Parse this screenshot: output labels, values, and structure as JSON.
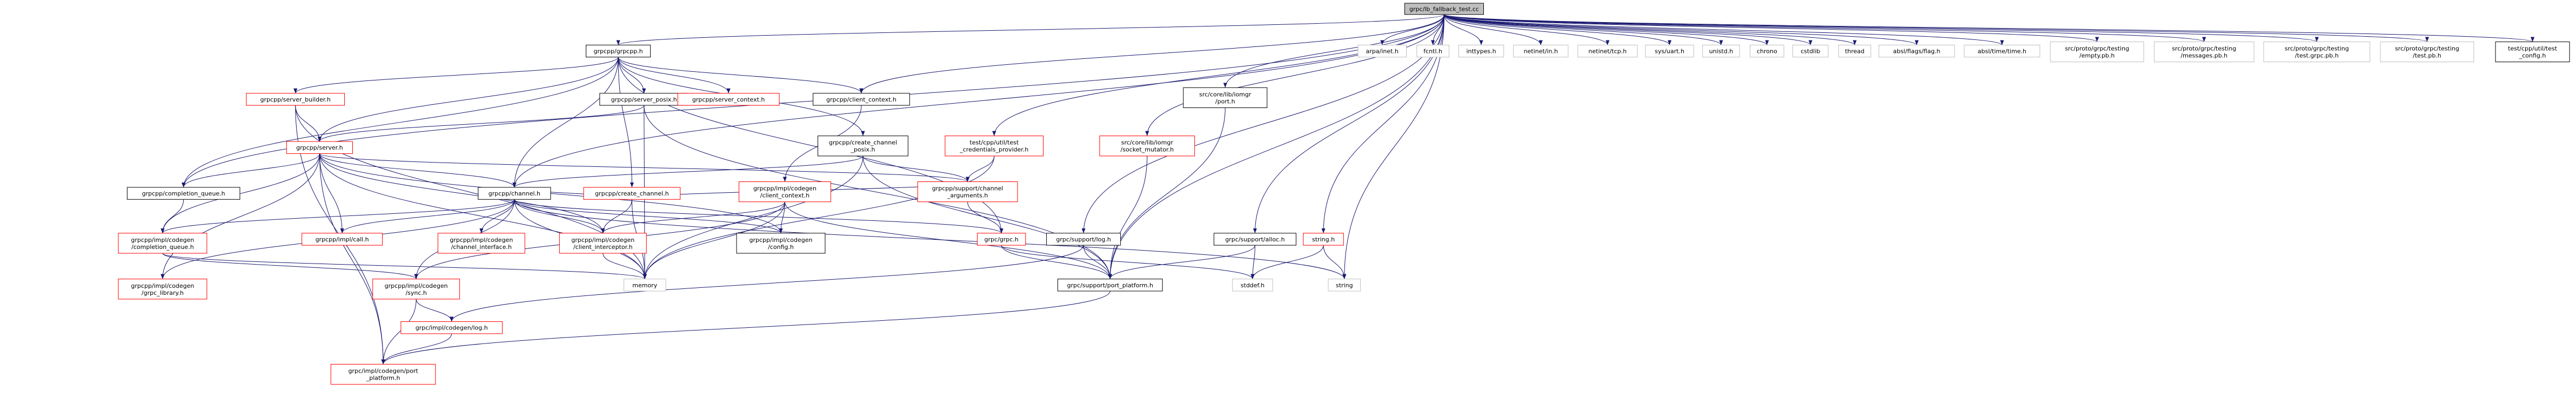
{
  "diagram": {
    "colors": {
      "edge": "#191970",
      "root_fill": "#bfbfbf",
      "fill": "#ffffff",
      "black_border": "#000000",
      "red_border": "#ff0000",
      "text": "#000000"
    },
    "nodes": [
      {
        "id": "root",
        "lines": [
          "grpc/lb_fallback_test.cc"
        ],
        "border": "black",
        "root": true
      },
      {
        "id": "grpcpp",
        "lines": [
          "grpcpp/grpcpp.h"
        ],
        "border": "black"
      },
      {
        "id": "arpa",
        "lines": [
          "arpa/inet.h"
        ],
        "border": "gray"
      },
      {
        "id": "fcntl",
        "lines": [
          "fcntl.h"
        ],
        "border": "gray"
      },
      {
        "id": "inttypes",
        "lines": [
          "inttypes.h"
        ],
        "border": "gray"
      },
      {
        "id": "netin",
        "lines": [
          "netinet/in.h"
        ],
        "border": "gray"
      },
      {
        "id": "nettcp",
        "lines": [
          "netinet/tcp.h"
        ],
        "border": "gray"
      },
      {
        "id": "uart",
        "lines": [
          "sys/uart.h"
        ],
        "border": "gray"
      },
      {
        "id": "unistd",
        "lines": [
          "unistd.h"
        ],
        "border": "gray"
      },
      {
        "id": "chrono",
        "lines": [
          "chrono"
        ],
        "border": "gray"
      },
      {
        "id": "cstdlib",
        "lines": [
          "cstdlib"
        ],
        "border": "gray"
      },
      {
        "id": "thread",
        "lines": [
          "thread"
        ],
        "border": "gray"
      },
      {
        "id": "absflag",
        "lines": [
          "absl/flags/flag.h"
        ],
        "border": "gray"
      },
      {
        "id": "abstime",
        "lines": [
          "absl/time/time.h"
        ],
        "border": "gray"
      },
      {
        "id": "empty",
        "lines": [
          "src/proto/grpc/testing",
          "/empty.pb.h"
        ],
        "border": "gray"
      },
      {
        "id": "messages",
        "lines": [
          "src/proto/grpc/testing",
          "/messages.pb.h"
        ],
        "border": "gray"
      },
      {
        "id": "testgrpc",
        "lines": [
          "src/proto/grpc/testing",
          "/test.grpc.pb.h"
        ],
        "border": "gray"
      },
      {
        "id": "testpb",
        "lines": [
          "src/proto/grpc/testing",
          "/test.pb.h"
        ],
        "border": "gray"
      },
      {
        "id": "testcfg",
        "lines": [
          "test/cpp/util/test",
          "_config.h"
        ],
        "border": "black"
      },
      {
        "id": "builder",
        "lines": [
          "grpcpp/server_builder.h"
        ],
        "border": "red"
      },
      {
        "id": "server",
        "lines": [
          "grpcpp/server.h"
        ],
        "border": "red"
      },
      {
        "id": "posix",
        "lines": [
          "grpcpp/server_posix.h"
        ],
        "border": "black"
      },
      {
        "id": "srvctx",
        "lines": [
          "grpcpp/server_context.h"
        ],
        "border": "red"
      },
      {
        "id": "clictx",
        "lines": [
          "grpcpp/client_context.h"
        ],
        "border": "black"
      },
      {
        "id": "createch",
        "lines": [
          "grpcpp/create_channel.h"
        ],
        "border": "red"
      },
      {
        "id": "createchp",
        "lines": [
          "grpcpp/create_channel",
          "_posix.h"
        ],
        "border": "black"
      },
      {
        "id": "credprov",
        "lines": [
          "test/cpp/util/test",
          "_credentials_provider.h"
        ],
        "border": "red"
      },
      {
        "id": "sockmut",
        "lines": [
          "src/core/lib/iomgr",
          "/socket_mutator.h"
        ],
        "border": "red"
      },
      {
        "id": "iomgrport",
        "lines": [
          "src/core/lib/iomgr",
          "/port.h"
        ],
        "border": "black"
      },
      {
        "id": "cq",
        "lines": [
          "grpcpp/completion_queue.h"
        ],
        "border": "black"
      },
      {
        "id": "channel",
        "lines": [
          "grpcpp/channel.h"
        ],
        "border": "black"
      },
      {
        "id": "chanargs",
        "lines": [
          "grpcpp/support/channel",
          "_arguments.h"
        ],
        "border": "red"
      },
      {
        "id": "implclictx",
        "lines": [
          "grpcpp/impl/codegen",
          "/client_context.h"
        ],
        "border": "red"
      },
      {
        "id": "implcq",
        "lines": [
          "grpcpp/impl/codegen",
          "/completion_queue.h"
        ],
        "border": "red"
      },
      {
        "id": "call",
        "lines": [
          "grpcpp/impl/call.h"
        ],
        "border": "red"
      },
      {
        "id": "chiface",
        "lines": [
          "grpcpp/impl/codegen",
          "/channel_interface.h"
        ],
        "border": "red"
      },
      {
        "id": "cliint",
        "lines": [
          "grpcpp/impl/codegen",
          "/client_interceptor.h"
        ],
        "border": "red"
      },
      {
        "id": "config",
        "lines": [
          "grpcpp/impl/codegen",
          "/config.h"
        ],
        "border": "black"
      },
      {
        "id": "grpch",
        "lines": [
          "grpc/grpc.h"
        ],
        "border": "red"
      },
      {
        "id": "log",
        "lines": [
          "grpc/support/log.h"
        ],
        "border": "black"
      },
      {
        "id": "alloc",
        "lines": [
          "grpc/support/alloc.h"
        ],
        "border": "black"
      },
      {
        "id": "stringh",
        "lines": [
          "string.h"
        ],
        "border": "red"
      },
      {
        "id": "grpclib",
        "lines": [
          "grpcpp/impl/codegen",
          "/grpc_library.h"
        ],
        "border": "red"
      },
      {
        "id": "sync",
        "lines": [
          "grpcpp/impl/codegen",
          "/sync.h"
        ],
        "border": "red"
      },
      {
        "id": "memory",
        "lines": [
          "memory"
        ],
        "border": "gray"
      },
      {
        "id": "portplat",
        "lines": [
          "grpc/support/port_platform.h"
        ],
        "border": "black"
      },
      {
        "id": "stddef",
        "lines": [
          "stddef.h"
        ],
        "border": "gray"
      },
      {
        "id": "string",
        "lines": [
          "string"
        ],
        "border": "gray"
      },
      {
        "id": "implog",
        "lines": [
          "grpc/impl/codegen/log.h"
        ],
        "border": "red"
      },
      {
        "id": "implport",
        "lines": [
          "grpc/impl/codegen/port",
          "_platform.h"
        ],
        "border": "red"
      }
    ],
    "edges": [
      [
        "root",
        "grpcpp"
      ],
      [
        "root",
        "arpa"
      ],
      [
        "root",
        "fcntl"
      ],
      [
        "root",
        "inttypes"
      ],
      [
        "root",
        "netin"
      ],
      [
        "root",
        "nettcp"
      ],
      [
        "root",
        "uart"
      ],
      [
        "root",
        "unistd"
      ],
      [
        "root",
        "chrono"
      ],
      [
        "root",
        "cstdlib"
      ],
      [
        "root",
        "thread"
      ],
      [
        "root",
        "absflag"
      ],
      [
        "root",
        "abstime"
      ],
      [
        "root",
        "empty"
      ],
      [
        "root",
        "messages"
      ],
      [
        "root",
        "testgrpc"
      ],
      [
        "root",
        "testpb"
      ],
      [
        "root",
        "testcfg"
      ],
      [
        "root",
        "cq"
      ],
      [
        "root",
        "channel"
      ],
      [
        "root",
        "clictx"
      ],
      [
        "root",
        "credprov"
      ],
      [
        "root",
        "sockmut"
      ],
      [
        "root",
        "iomgrport"
      ],
      [
        "root",
        "log"
      ],
      [
        "root",
        "alloc"
      ],
      [
        "root",
        "stringh"
      ],
      [
        "root",
        "string"
      ],
      [
        "root",
        "portplat"
      ],
      [
        "grpcpp",
        "builder"
      ],
      [
        "grpcpp",
        "server"
      ],
      [
        "grpcpp",
        "posix"
      ],
      [
        "grpcpp",
        "srvctx"
      ],
      [
        "grpcpp",
        "clictx"
      ],
      [
        "grpcpp",
        "createch"
      ],
      [
        "grpcpp",
        "createchp"
      ],
      [
        "grpcpp",
        "channel"
      ],
      [
        "grpcpp",
        "grpch"
      ],
      [
        "grpcpp",
        "cq"
      ],
      [
        "builder",
        "server"
      ],
      [
        "builder",
        "memory"
      ],
      [
        "builder",
        "implport"
      ],
      [
        "posix",
        "server"
      ],
      [
        "posix",
        "memory"
      ],
      [
        "posix",
        "portplat"
      ],
      [
        "clictx",
        "implclictx"
      ],
      [
        "createch",
        "channel"
      ],
      [
        "createch",
        "chanargs"
      ],
      [
        "createch",
        "cliint"
      ],
      [
        "createch",
        "memory"
      ],
      [
        "createchp",
        "channel"
      ],
      [
        "createchp",
        "chanargs"
      ],
      [
        "createchp",
        "memory"
      ],
      [
        "createchp",
        "portplat"
      ],
      [
        "credprov",
        "chanargs"
      ],
      [
        "credprov",
        "memory"
      ],
      [
        "sockmut",
        "portplat"
      ],
      [
        "iomgrport",
        "portplat"
      ],
      [
        "server",
        "cq"
      ],
      [
        "server",
        "channel"
      ],
      [
        "server",
        "chanargs"
      ],
      [
        "server",
        "call"
      ],
      [
        "server",
        "cliint"
      ],
      [
        "server",
        "implcq"
      ],
      [
        "server",
        "grpclib"
      ],
      [
        "server",
        "memory"
      ],
      [
        "server",
        "implport"
      ],
      [
        "server",
        "config"
      ],
      [
        "cq",
        "implcq"
      ],
      [
        "channel",
        "implcq"
      ],
      [
        "channel",
        "call"
      ],
      [
        "channel",
        "chiface"
      ],
      [
        "channel",
        "cliint"
      ],
      [
        "channel",
        "config"
      ],
      [
        "channel",
        "grpch"
      ],
      [
        "channel",
        "grpclib"
      ],
      [
        "channel",
        "sync"
      ],
      [
        "channel",
        "memory"
      ],
      [
        "channel",
        "string"
      ],
      [
        "chanargs",
        "grpch"
      ],
      [
        "implclictx",
        "cliint"
      ],
      [
        "implclictx",
        "config"
      ],
      [
        "implclictx",
        "sync"
      ],
      [
        "implclictx",
        "memory"
      ],
      [
        "implclictx",
        "portplat"
      ],
      [
        "implcq",
        "sync"
      ],
      [
        "implcq",
        "memory"
      ],
      [
        "cliint",
        "memory"
      ],
      [
        "grpch",
        "portplat"
      ],
      [
        "grpch",
        "stddef"
      ],
      [
        "log",
        "portplat"
      ],
      [
        "log",
        "implog"
      ],
      [
        "alloc",
        "portplat"
      ],
      [
        "alloc",
        "stddef"
      ],
      [
        "stringh",
        "stddef"
      ],
      [
        "stringh",
        "string"
      ],
      [
        "sync",
        "implog"
      ],
      [
        "sync",
        "implport"
      ],
      [
        "implog",
        "implport"
      ],
      [
        "portplat",
        "implport"
      ]
    ]
  }
}
